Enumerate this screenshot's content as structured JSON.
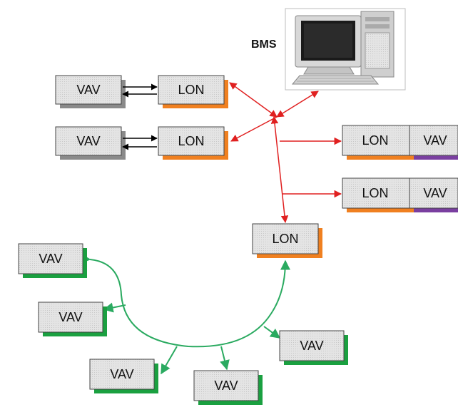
{
  "bms": {
    "label": "BMS"
  },
  "nodes": {
    "vav_left_1": "VAV",
    "lon_left_1": "LON",
    "vav_left_2": "VAV",
    "lon_left_2": "LON",
    "lon_right_1": "LON",
    "vav_right_1": "VAV",
    "lon_right_2": "LON",
    "vav_right_2": "VAV",
    "lon_center": "LON",
    "vav_ring_1": "VAV",
    "vav_ring_2": "VAV",
    "vav_ring_3": "VAV",
    "vav_ring_4": "VAV",
    "vav_ring_5": "VAV"
  },
  "colors": {
    "box_fill": "#dcdcdc",
    "box_border": "#444444",
    "shadow_gray": "#8a8a8a",
    "shadow_orange": "#f08020",
    "shadow_green": "#1aa040",
    "shadow_purple": "#7a3fa0",
    "link_black": "#000000",
    "link_red": "#e02020",
    "link_green": "#2aaa60"
  }
}
